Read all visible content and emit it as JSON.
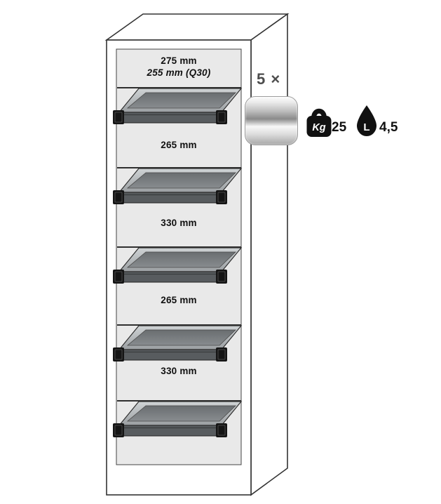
{
  "compartments": [
    {
      "height": "275 mm",
      "height_alt": "255 mm (Q30)"
    },
    {
      "height": "265 mm"
    },
    {
      "height": "330 mm"
    },
    {
      "height": "265 mm"
    },
    {
      "height": "330 mm"
    }
  ],
  "legend": {
    "tray_count": "5 ×",
    "weight_unit": "Kg",
    "weight_value": "25",
    "volume_unit": "L",
    "volume_value": "4,5"
  },
  "colors": {
    "outline": "#333333",
    "interior_panel": "#e9e9e9",
    "tray_front": "#595c5f",
    "icon_black": "#111111",
    "chrome_light": "#f5f5f5",
    "chrome_dark": "#8f8f8f"
  }
}
